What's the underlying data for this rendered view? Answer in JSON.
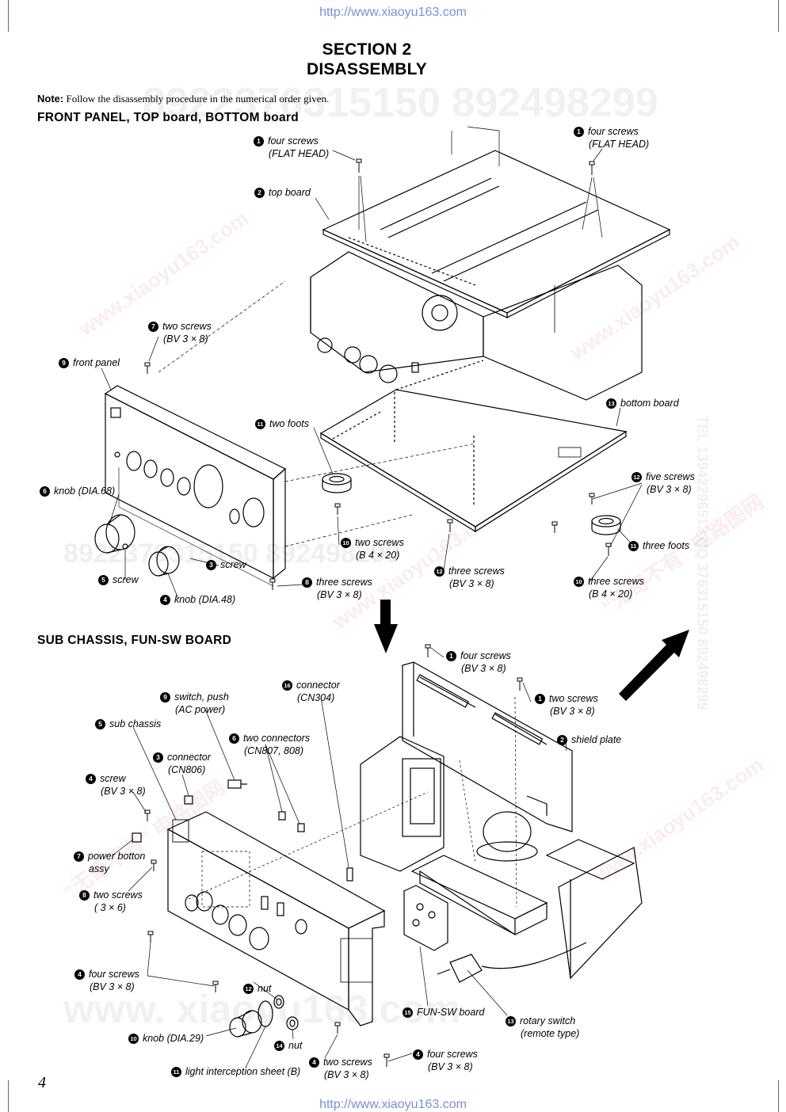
{
  "header_url": "http://www.xiaoyu163.com",
  "footer_url": "http://www.xiaoyu163.com",
  "section": "SECTION  2",
  "title": "DISASSEMBLY",
  "note": {
    "label": "Note:",
    "text": " Follow the disassembly procedure in the numerical order given."
  },
  "heading1": "FRONT  PANEL,  TOP  board,  BOTTOM  board",
  "heading2": "SUB  CHASSIS, FUN-SW  BOARD",
  "page_number": "4",
  "watermark": {
    "number_text": "8922376315150   892498299",
    "site": "www.xiaoyu163.com",
    "site2": "www. xiaoyu163.com",
    "brand": "“无奇不有” 电路图网",
    "tel": "TEL 13942296513  QQ 376315150  892498299"
  },
  "labels1": [
    {
      "id": "l1a",
      "num": "1",
      "line1": "four screws",
      "line2": "(FLAT HEAD)"
    },
    {
      "id": "l1b",
      "num": "1",
      "line1": "four screws",
      "line2": "(FLAT HEAD)"
    },
    {
      "id": "l1c",
      "num": "2",
      "line1": "top board",
      "line2": ""
    },
    {
      "id": "l1d",
      "num": "7",
      "line1": "two screws",
      "line2": "(BV 3 × 8)"
    },
    {
      "id": "l1e",
      "num": "9",
      "line1": "front panel",
      "line2": ""
    },
    {
      "id": "l1f",
      "num": "11",
      "line1": "two foots",
      "line2": ""
    },
    {
      "id": "l1g",
      "num": "13",
      "line1": "bottom board",
      "line2": ""
    },
    {
      "id": "l1h",
      "num": "6",
      "line1": "knob (DIA.68)",
      "line2": ""
    },
    {
      "id": "l1i",
      "num": "12",
      "line1": "five screws",
      "line2": "(BV 3 × 8)"
    },
    {
      "id": "l1j",
      "num": "11",
      "line1": "three foots",
      "line2": ""
    },
    {
      "id": "l1k",
      "num": "10",
      "line1": "two screws",
      "line2": "(B 4 × 20)"
    },
    {
      "id": "l1l",
      "num": "3",
      "line1": "screw",
      "line2": ""
    },
    {
      "id": "l1m",
      "num": "12",
      "line1": "three screws",
      "line2": "(BV 3 × 8)"
    },
    {
      "id": "l1n",
      "num": "5",
      "line1": "screw",
      "line2": ""
    },
    {
      "id": "l1o",
      "num": "8",
      "line1": "three screws",
      "line2": "(BV 3 × 8)"
    },
    {
      "id": "l1p",
      "num": "10",
      "line1": "three screws",
      "line2": "(B 4 × 20)"
    },
    {
      "id": "l1q",
      "num": "4",
      "line1": "knob (DIA.48)",
      "line2": ""
    }
  ],
  "labels2": [
    {
      "id": "l2a",
      "num": "1",
      "line1": "four screws",
      "line2": "(BV 3 × 8)"
    },
    {
      "id": "l2b",
      "num": "16",
      "line1": "connector",
      "line2": "(CN304)"
    },
    {
      "id": "l2c",
      "num": "9",
      "line1": "switch, push",
      "line2": "(AC power)"
    },
    {
      "id": "l2d",
      "num": "1",
      "line1": "two screws",
      "line2": "(BV 3 × 8)"
    },
    {
      "id": "l2e",
      "num": "5",
      "line1": "sub chassis",
      "line2": ""
    },
    {
      "id": "l2f",
      "num": "6",
      "line1": "two connectors",
      "line2": "(CN807, 808)"
    },
    {
      "id": "l2g",
      "num": "2",
      "line1": "shield plate",
      "line2": ""
    },
    {
      "id": "l2h",
      "num": "3",
      "line1": "connector",
      "line2": "(CN806)"
    },
    {
      "id": "l2i",
      "num": "4",
      "line1": "screw",
      "line2": "(BV 3 × 8)"
    },
    {
      "id": "l2j",
      "num": "7",
      "line1": "power botton",
      "line2": "assy"
    },
    {
      "id": "l2k",
      "num": "8",
      "line1": "two screws",
      "line2": "( 3 × 6)"
    },
    {
      "id": "l2l",
      "num": "4",
      "line1": "four screws",
      "line2": "(BV 3 × 8)"
    },
    {
      "id": "l2m",
      "num": "12",
      "line1": "nut",
      "line2": ""
    },
    {
      "id": "l2n",
      "num": "15",
      "line1": "FUN-SW board",
      "line2": ""
    },
    {
      "id": "l2o",
      "num": "13",
      "line1": "rotary switch",
      "line2": "(remote type)"
    },
    {
      "id": "l2p",
      "num": "10",
      "line1": "knob (DIA.29)",
      "line2": ""
    },
    {
      "id": "l2q",
      "num": "14",
      "line1": "nut",
      "line2": ""
    },
    {
      "id": "l2r",
      "num": "4",
      "line1": "four screws",
      "line2": "(BV 3 × 8)"
    },
    {
      "id": "l2s",
      "num": "4",
      "line1": "two screws",
      "line2": "(BV 3 × 8)"
    },
    {
      "id": "l2t",
      "num": "11",
      "line1": "light interception sheet (B)",
      "line2": ""
    }
  ]
}
